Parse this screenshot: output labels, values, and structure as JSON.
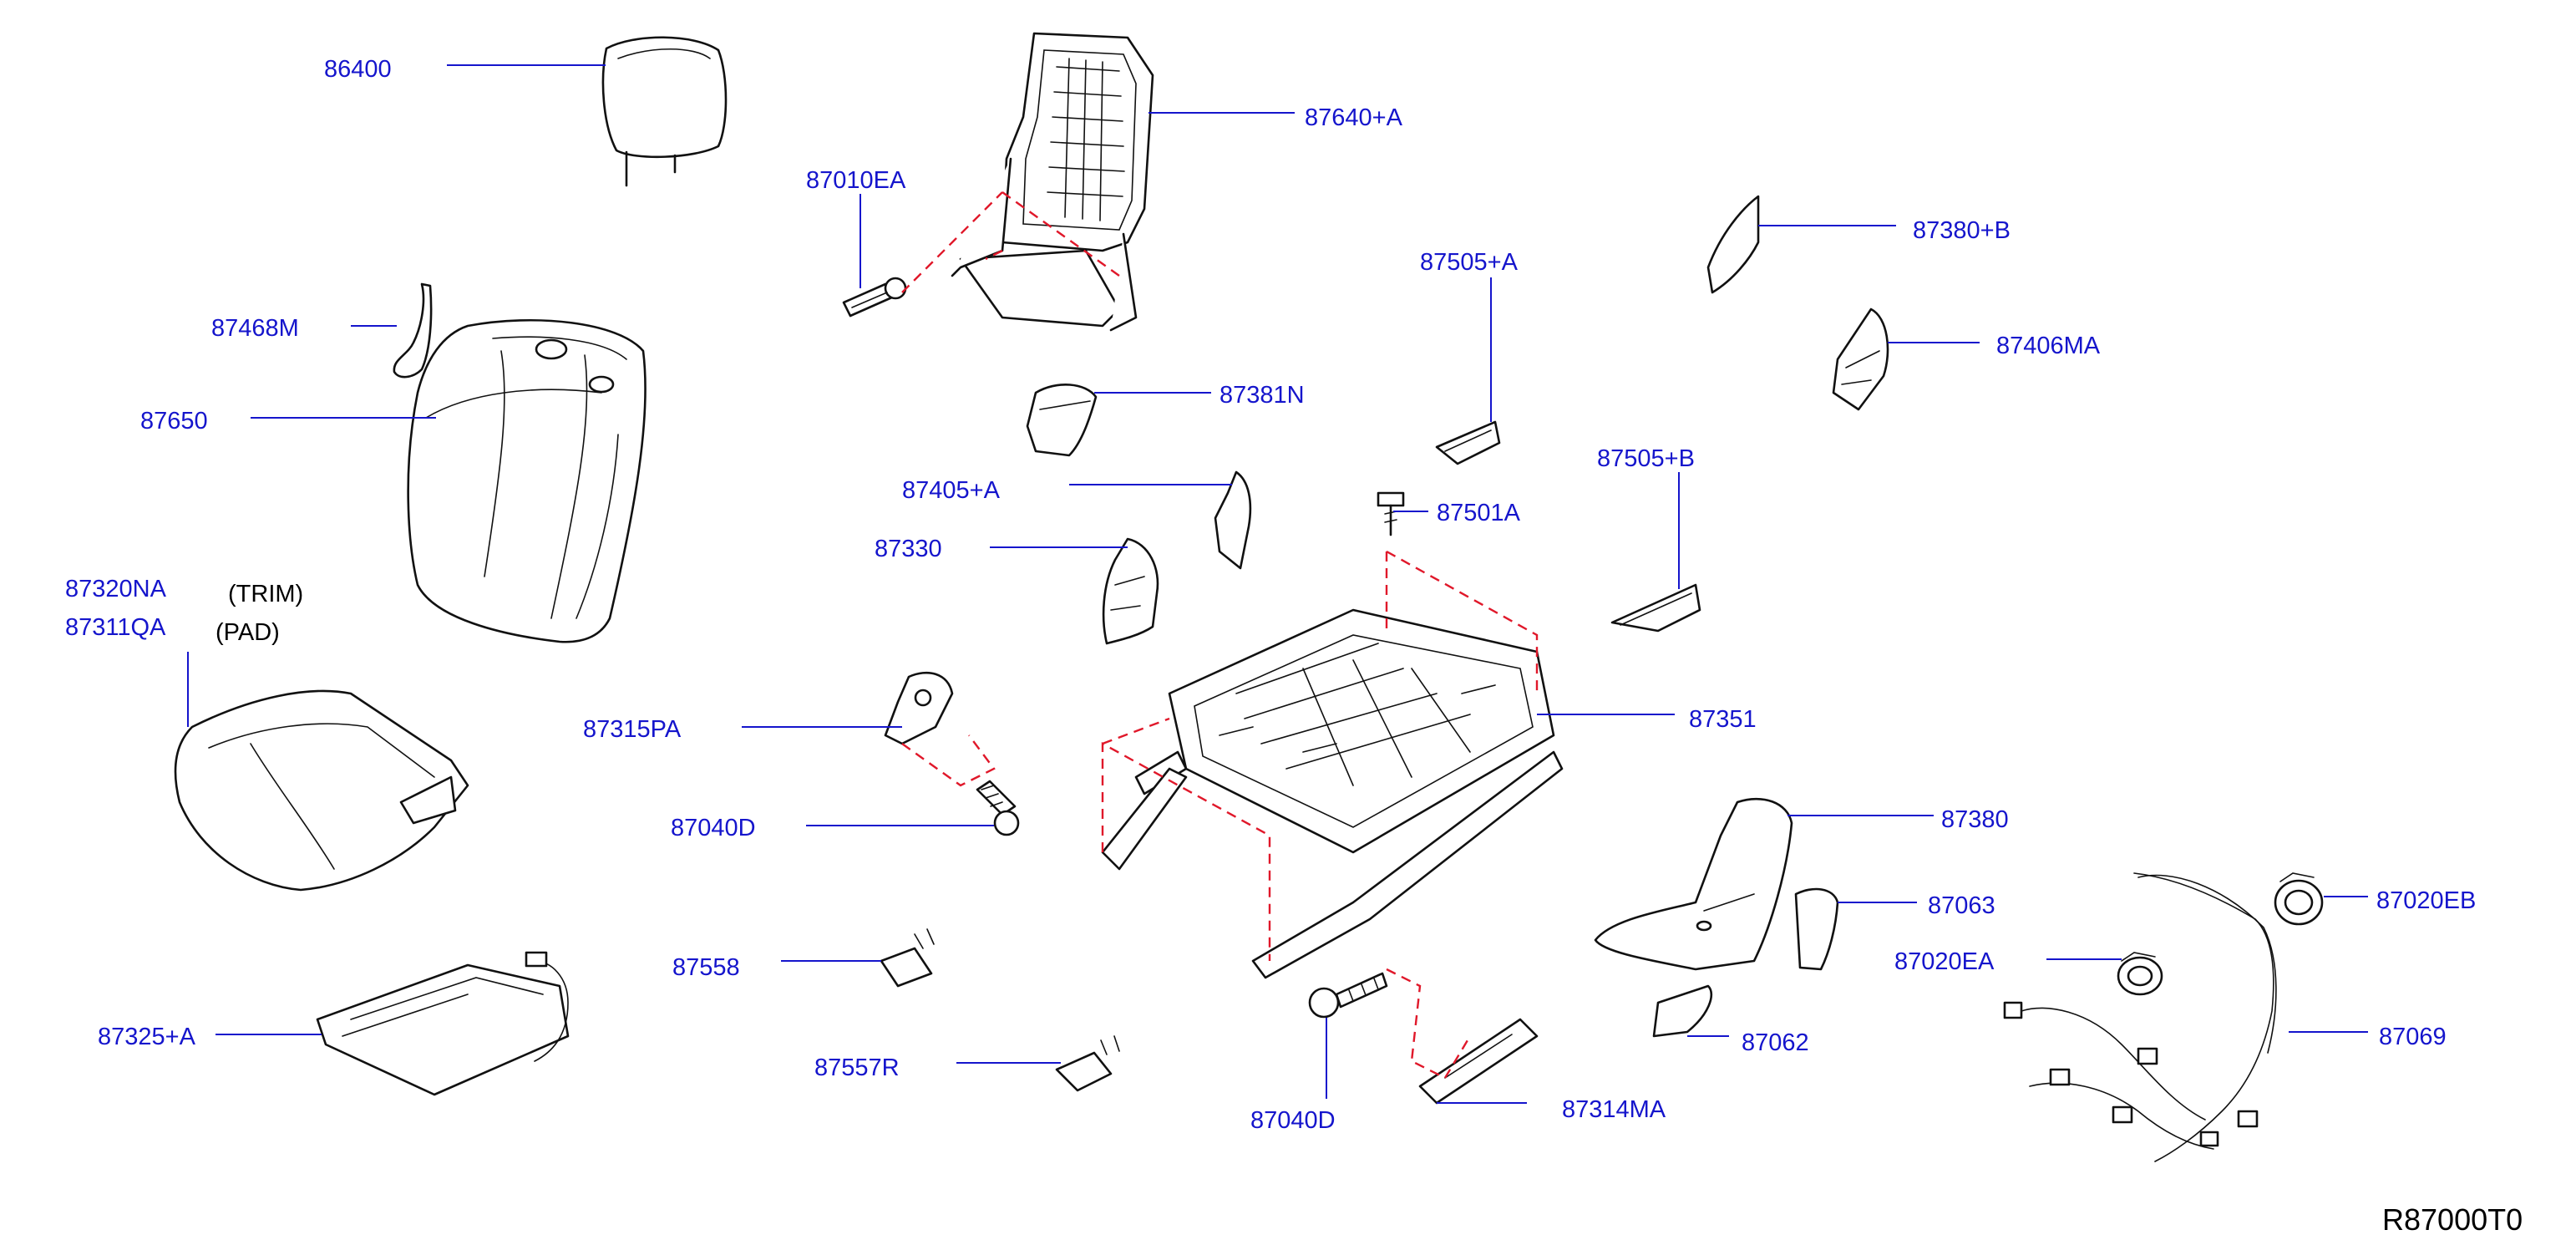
{
  "diagram": {
    "ref_code": "R87000T0",
    "notes": {
      "trim": "(TRIM)",
      "pad": "(PAD)"
    },
    "parts": {
      "p86400": "86400",
      "p87640A": "87640+A",
      "p87010EA": "87010EA",
      "p87380B": "87380+B",
      "p87505A": "87505+A",
      "p87406MA": "87406MA",
      "p87468M": "87468M",
      "p87650": "87650",
      "p87381N": "87381N",
      "p87405A": "87405+A",
      "p87505B": "87505+B",
      "p87501A": "87501A",
      "p87330": "87330",
      "p87320NA": "87320NA",
      "p87311QA": "87311QA",
      "p87351": "87351",
      "p87315PA": "87315PA",
      "p87040D_1": "87040D",
      "p87380": "87380",
      "p87063": "87063",
      "p87020EB": "87020EB",
      "p87020EA": "87020EA",
      "p87558": "87558",
      "p87325A": "87325+A",
      "p87062": "87062",
      "p87069": "87069",
      "p87557R": "87557R",
      "p87314MA": "87314MA",
      "p87040D_2": "87040D"
    }
  }
}
